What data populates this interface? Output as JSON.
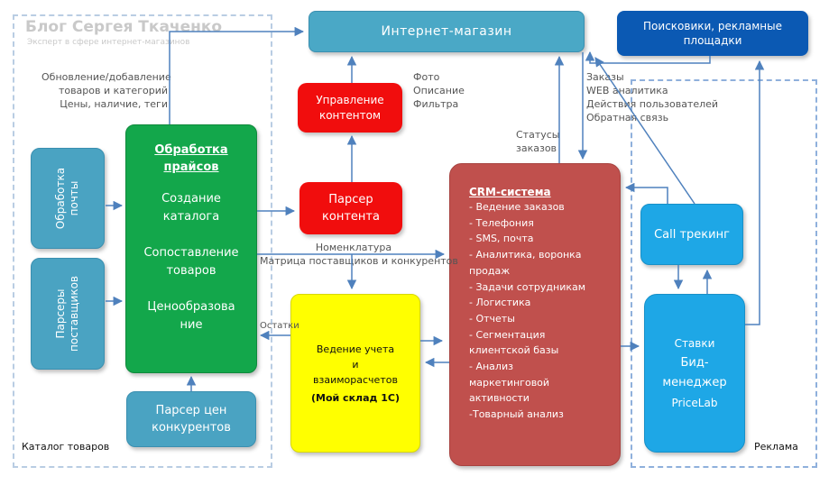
{
  "blog": {
    "title": "Блог Сергея Ткаченко",
    "subtitle": "Эксперт в сфере интернет-магазинов"
  },
  "regions": {
    "catalog_label": "Каталог товаров",
    "ads_label": "Реклама"
  },
  "nodes": {
    "shop": "Интернет-магазин",
    "search_ads": [
      "Поисковики, рекламные",
      "площадки"
    ],
    "content_mgmt": [
      "Управление",
      "контентом"
    ],
    "content_parser": [
      "Парсер",
      "контента"
    ],
    "mail_processing": [
      "Обработка",
      "почты"
    ],
    "supplier_parsers": [
      "Парсеры",
      "поставщиков"
    ],
    "competitor_parser": [
      "Парсер цен",
      "конкурентов"
    ],
    "price_processing": {
      "title": [
        "Обработка",
        "прайсов"
      ],
      "items": [
        [
          "Создание",
          "каталога"
        ],
        [
          "Сопоставление",
          "товаров"
        ],
        [
          "Ценообразова",
          "ние"
        ]
      ]
    },
    "accounting": {
      "lines": [
        "Ведение учета",
        "и",
        "взаиморасчетов"
      ],
      "bold": "(Мой склад 1С)"
    },
    "crm": {
      "title": "CRM-система",
      "items": [
        "- Ведение заказов",
        "- Телефония",
        "- SMS, почта",
        "- Аналитика, воронка",
        "продаж",
        "- Задачи сотрудникам",
        "- Логистика",
        "- Отчеты",
        "- Сегментация",
        "клиентской базы",
        "- Анализ",
        "маркетинговой",
        "активности",
        "-Товарный анализ"
      ]
    },
    "call_tracking": "Call трекинг",
    "bids": [
      "Ставки",
      "Бид-",
      "менеджер",
      "PriceLab"
    ]
  },
  "labels": {
    "update_catalog": [
      "Обновление/добавление",
      "товаров и категорий",
      "Цены, наличие, теги"
    ],
    "photo_desc": [
      "Фото",
      "Описание",
      "Фильтра"
    ],
    "orders_stats": [
      "Заказы",
      "WEB аналитика",
      "Действия пользователей",
      "Обратная связь"
    ],
    "order_status": [
      "Статусы",
      "заказов"
    ],
    "nomenclature": [
      "Номенклатура",
      "Матрица поставщиков и конкурентов"
    ],
    "stock": "Остатки"
  },
  "colors": {
    "teal": "#4aa3c2",
    "green": "#13a74b",
    "red": "#f10d0d",
    "crm": "#c0504d",
    "yellow": "#ffff00",
    "lightblue": "#1ea7e6",
    "navy": "#0b59b3",
    "arrow": "#4f81bd"
  }
}
